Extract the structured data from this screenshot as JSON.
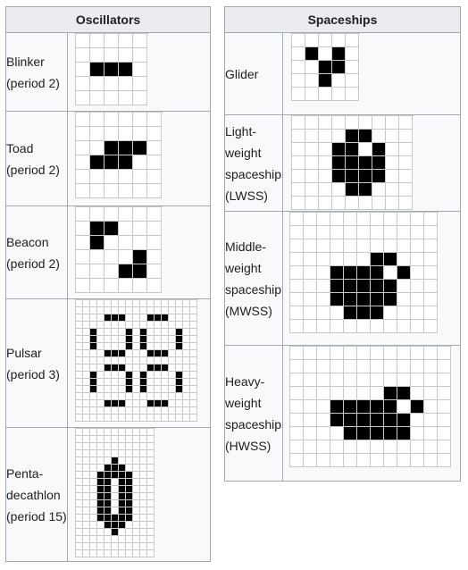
{
  "oscillators": {
    "header": "Oscillators",
    "rows": [
      {
        "label": "Blinker\n(period 2)",
        "cols": 5,
        "rows": 5,
        "cell": 16,
        "alive": [
          [
            1,
            2
          ],
          [
            2,
            2
          ],
          [
            3,
            2
          ]
        ]
      },
      {
        "label": "Toad\n(period 2)",
        "cols": 6,
        "rows": 6,
        "cell": 16,
        "alive": [
          [
            2,
            2
          ],
          [
            3,
            2
          ],
          [
            4,
            2
          ],
          [
            1,
            3
          ],
          [
            2,
            3
          ],
          [
            3,
            3
          ]
        ]
      },
      {
        "label": "Beacon\n(period 2)",
        "cols": 6,
        "rows": 6,
        "cell": 16,
        "alive": [
          [
            1,
            1
          ],
          [
            2,
            1
          ],
          [
            1,
            2
          ],
          [
            4,
            3
          ],
          [
            3,
            4
          ],
          [
            4,
            4
          ]
        ]
      },
      {
        "label": "Pulsar\n(period 3)",
        "cols": 17,
        "rows": 17,
        "cell": 8,
        "alive": [
          [
            4,
            2
          ],
          [
            5,
            2
          ],
          [
            6,
            2
          ],
          [
            10,
            2
          ],
          [
            11,
            2
          ],
          [
            12,
            2
          ],
          [
            2,
            4
          ],
          [
            7,
            4
          ],
          [
            9,
            4
          ],
          [
            14,
            4
          ],
          [
            2,
            5
          ],
          [
            7,
            5
          ],
          [
            9,
            5
          ],
          [
            14,
            5
          ],
          [
            2,
            6
          ],
          [
            7,
            6
          ],
          [
            9,
            6
          ],
          [
            14,
            6
          ],
          [
            4,
            7
          ],
          [
            5,
            7
          ],
          [
            6,
            7
          ],
          [
            10,
            7
          ],
          [
            11,
            7
          ],
          [
            12,
            7
          ],
          [
            4,
            9
          ],
          [
            5,
            9
          ],
          [
            6,
            9
          ],
          [
            10,
            9
          ],
          [
            11,
            9
          ],
          [
            12,
            9
          ],
          [
            2,
            10
          ],
          [
            7,
            10
          ],
          [
            9,
            10
          ],
          [
            14,
            10
          ],
          [
            2,
            11
          ],
          [
            7,
            11
          ],
          [
            9,
            11
          ],
          [
            14,
            11
          ],
          [
            2,
            12
          ],
          [
            7,
            12
          ],
          [
            9,
            12
          ],
          [
            14,
            12
          ],
          [
            4,
            14
          ],
          [
            5,
            14
          ],
          [
            6,
            14
          ],
          [
            10,
            14
          ],
          [
            11,
            14
          ],
          [
            12,
            14
          ]
        ]
      },
      {
        "label": "Penta-\ndecathlon\n(period 15)",
        "cols": 11,
        "rows": 18,
        "cell": 8,
        "alive": [
          [
            5,
            4
          ],
          [
            4,
            5
          ],
          [
            5,
            5
          ],
          [
            6,
            5
          ],
          [
            3,
            6
          ],
          [
            4,
            6
          ],
          [
            5,
            6
          ],
          [
            6,
            6
          ],
          [
            7,
            6
          ],
          [
            3,
            7
          ],
          [
            4,
            7
          ],
          [
            6,
            7
          ],
          [
            7,
            7
          ],
          [
            3,
            8
          ],
          [
            4,
            8
          ],
          [
            6,
            8
          ],
          [
            7,
            8
          ],
          [
            3,
            9
          ],
          [
            4,
            9
          ],
          [
            6,
            9
          ],
          [
            7,
            9
          ],
          [
            3,
            10
          ],
          [
            4,
            10
          ],
          [
            6,
            10
          ],
          [
            7,
            10
          ],
          [
            3,
            11
          ],
          [
            4,
            11
          ],
          [
            6,
            11
          ],
          [
            7,
            11
          ],
          [
            3,
            12
          ],
          [
            4,
            12
          ],
          [
            5,
            12
          ],
          [
            6,
            12
          ],
          [
            7,
            12
          ],
          [
            4,
            13
          ],
          [
            5,
            13
          ],
          [
            6,
            13
          ],
          [
            5,
            14
          ]
        ]
      }
    ]
  },
  "spaceships": {
    "header": "Spaceships",
    "rows": [
      {
        "label": "Glider",
        "cols": 5,
        "rows": 5,
        "cell": 15,
        "alive": [
          [
            1,
            1
          ],
          [
            3,
            1
          ],
          [
            2,
            2
          ],
          [
            3,
            2
          ],
          [
            2,
            3
          ]
        ]
      },
      {
        "label": "Light-\nweight\nspaceship\n(LWSS)",
        "cols": 9,
        "rows": 7,
        "cell": 15,
        "alive": [
          [
            4,
            1
          ],
          [
            5,
            1
          ],
          [
            3,
            2
          ],
          [
            4,
            2
          ],
          [
            6,
            2
          ],
          [
            3,
            3
          ],
          [
            4,
            3
          ],
          [
            5,
            3
          ],
          [
            6,
            3
          ],
          [
            3,
            4
          ],
          [
            4,
            4
          ],
          [
            5,
            4
          ],
          [
            6,
            4
          ],
          [
            4,
            5
          ],
          [
            5,
            5
          ]
        ]
      },
      {
        "label": "Middle-\nweight\nspaceship\n(MWSS)",
        "cols": 11,
        "rows": 9,
        "cell": 15,
        "alive": [
          [
            6,
            3
          ],
          [
            7,
            3
          ],
          [
            3,
            4
          ],
          [
            4,
            4
          ],
          [
            5,
            4
          ],
          [
            6,
            4
          ],
          [
            8,
            4
          ],
          [
            3,
            5
          ],
          [
            4,
            5
          ],
          [
            5,
            5
          ],
          [
            6,
            5
          ],
          [
            7,
            5
          ],
          [
            3,
            6
          ],
          [
            4,
            6
          ],
          [
            5,
            6
          ],
          [
            6,
            6
          ],
          [
            7,
            6
          ],
          [
            4,
            7
          ],
          [
            5,
            7
          ],
          [
            6,
            7
          ]
        ]
      },
      {
        "label": "Heavy-\nweight\nspaceship\n(HWSS)",
        "cols": 12,
        "rows": 9,
        "cell": 15,
        "alive": [
          [
            7,
            3
          ],
          [
            8,
            3
          ],
          [
            3,
            4
          ],
          [
            4,
            4
          ],
          [
            5,
            4
          ],
          [
            6,
            4
          ],
          [
            7,
            4
          ],
          [
            9,
            4
          ],
          [
            3,
            5
          ],
          [
            4,
            5
          ],
          [
            5,
            5
          ],
          [
            6,
            5
          ],
          [
            7,
            5
          ],
          [
            8,
            5
          ],
          [
            4,
            6
          ],
          [
            5,
            6
          ],
          [
            6,
            6
          ],
          [
            7,
            6
          ],
          [
            8,
            6
          ]
        ]
      }
    ]
  }
}
